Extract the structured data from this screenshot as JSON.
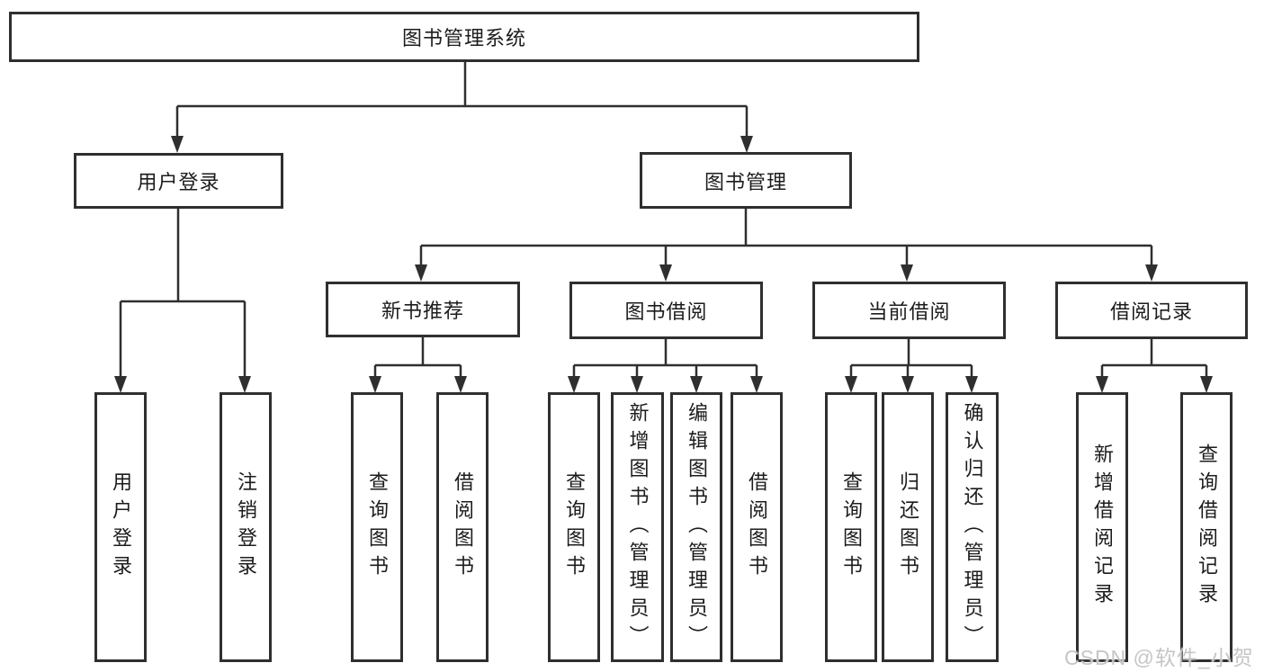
{
  "diagram": {
    "root": {
      "label": "图书管理系统"
    },
    "level2": [
      {
        "label": "用户登录"
      },
      {
        "label": "图书管理"
      }
    ],
    "level3": [
      {
        "label": "新书推荐"
      },
      {
        "label": "图书借阅"
      },
      {
        "label": "当前借阅"
      },
      {
        "label": "借阅记录"
      }
    ],
    "leaves": {
      "user_login": [
        "用户登录",
        "注销登录"
      ],
      "new_book": [
        "查询图书",
        "借阅图书"
      ],
      "book_borrow": [
        "查询图书",
        "新增图书（管理员）",
        "编辑图书（管理员）",
        "借阅图书"
      ],
      "current_borrow": [
        "查询图书",
        "归还图书",
        "确认归还（管理员）"
      ],
      "borrow_record": [
        "新增借阅记录",
        "查询借阅记录"
      ]
    }
  },
  "watermark": {
    "text": "CSDN @软件_小贺同学"
  },
  "colors": {
    "line": "#2f2f2f",
    "box_border": "#2f2f2f",
    "text": "#1c1c1c",
    "watermark": "#c6c6c6",
    "background": "#ffffff"
  }
}
